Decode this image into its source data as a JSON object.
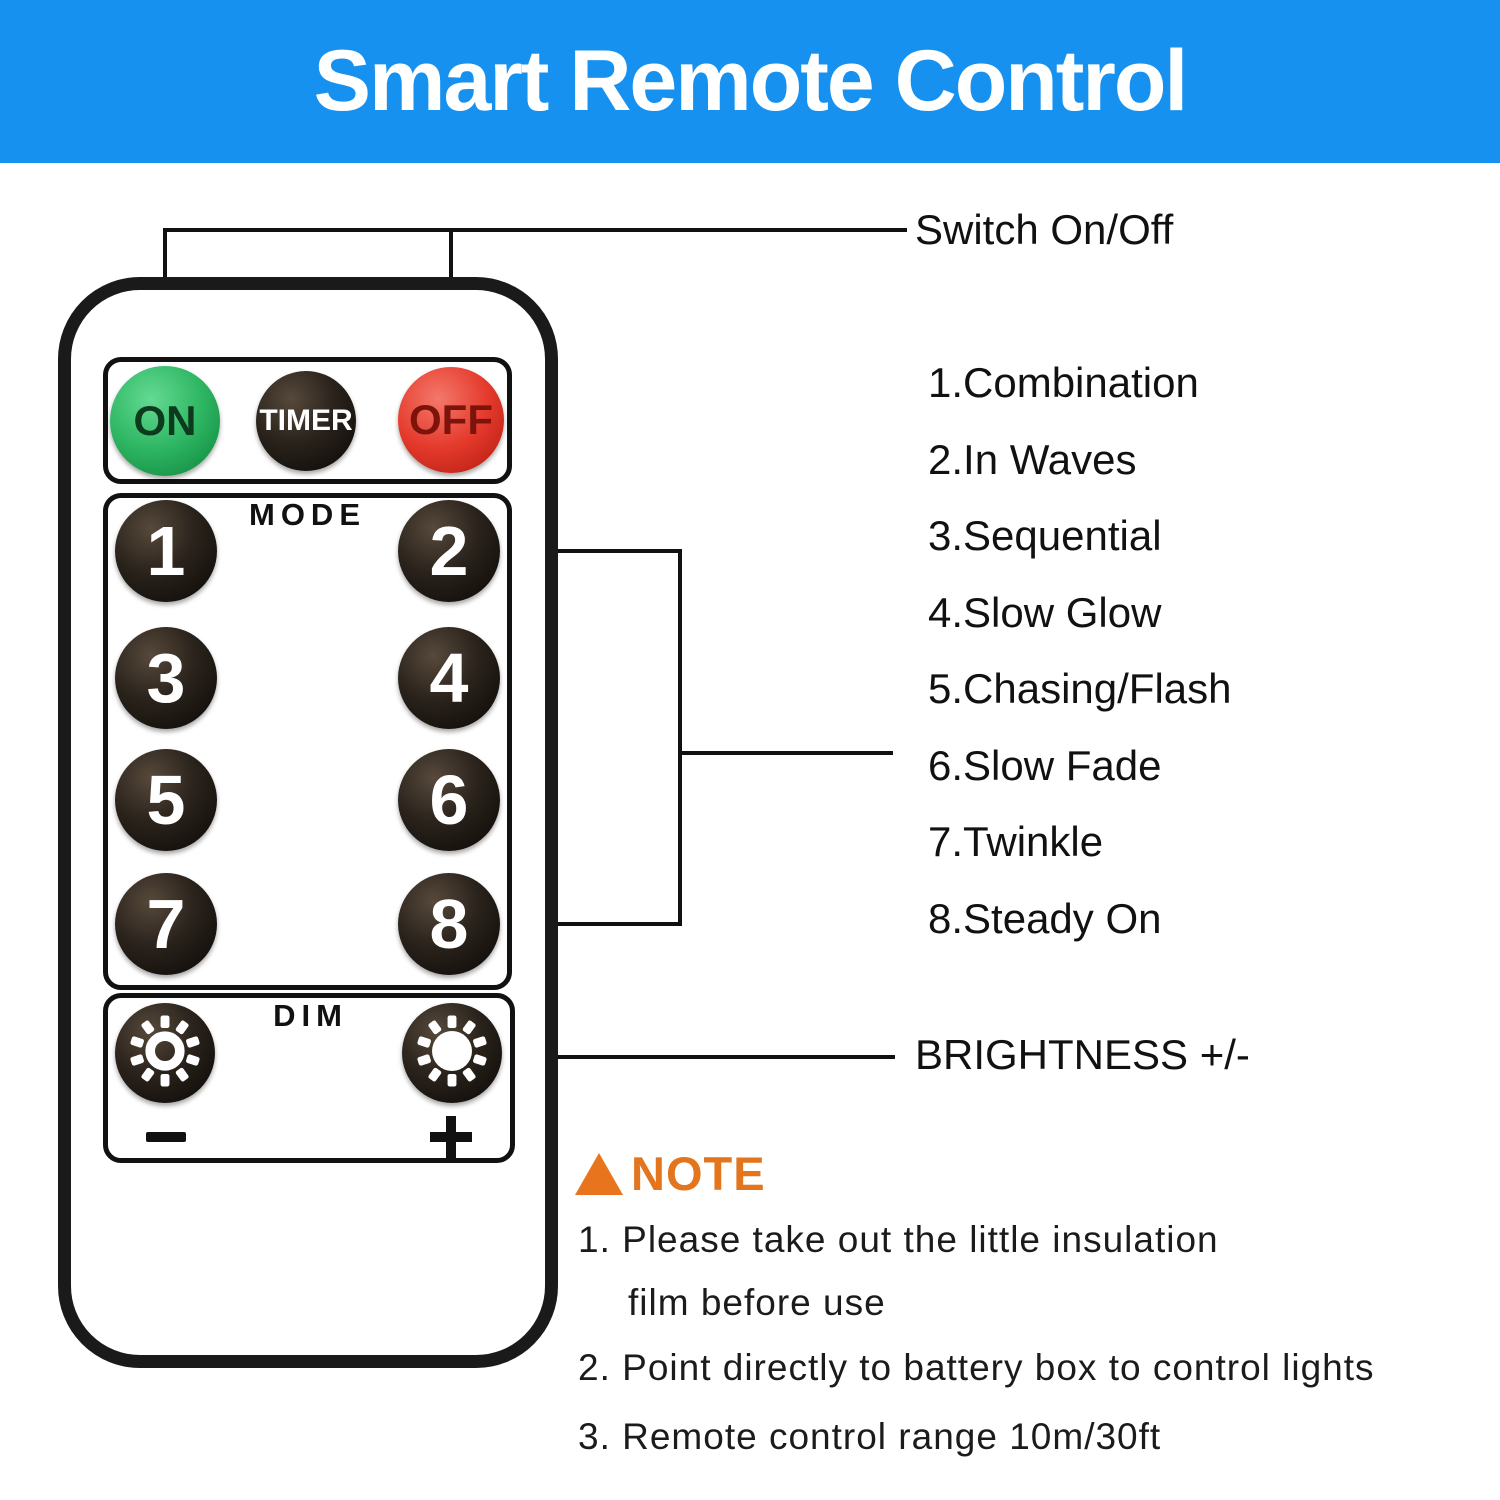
{
  "header": {
    "title": "Smart Remote Control",
    "bg_color": "#1791F0",
    "text_color": "#FFFFFF"
  },
  "remote": {
    "power": {
      "on": {
        "label": "ON",
        "color": "#2DB562"
      },
      "timer": {
        "label": "TIMER",
        "color": "#1E1812"
      },
      "off": {
        "label": "OFF",
        "color": "#E43A2C"
      }
    },
    "mode": {
      "section_label": "MODE",
      "buttons": [
        "1",
        "2",
        "3",
        "4",
        "5",
        "6",
        "7",
        "8"
      ]
    },
    "dim": {
      "section_label": "DIM",
      "decrease_icon": "sun-outline-icon",
      "increase_icon": "sun-filled-icon",
      "decrease_symbol": "-",
      "increase_symbol": "+"
    }
  },
  "annotations": {
    "switch_label": "Switch On/Off",
    "modes": [
      "1.Combination",
      "2.In Waves",
      "3.Sequential",
      "4.Slow Glow",
      "5.Chasing/Flash",
      "6.Slow Fade",
      "7.Twinkle",
      "8.Steady On"
    ],
    "brightness_label": "BRIGHTNESS +/-"
  },
  "note": {
    "title": "NOTE",
    "accent_color": "#E8751D",
    "lines": [
      "1. Please take out the little insulation",
      "film before use",
      "2. Point directly to battery box to control lights",
      "3. Remote control range 10m/30ft"
    ]
  }
}
